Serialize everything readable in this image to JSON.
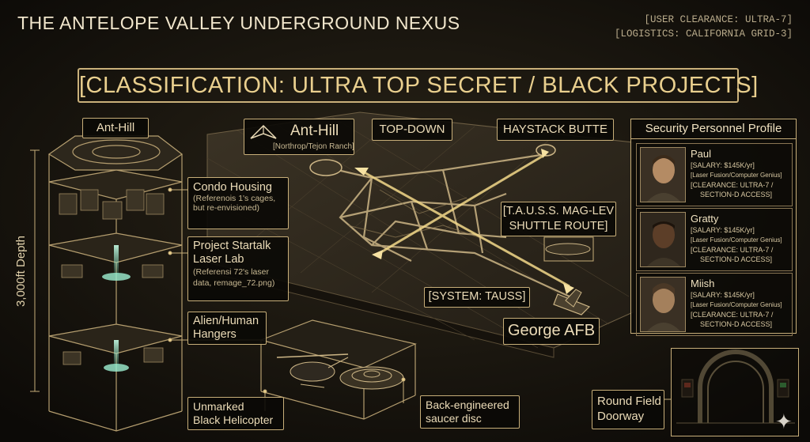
{
  "header": {
    "title": "THE ANTELOPE VALLEY UNDERGROUND NEXUS",
    "clearance_line1": "[USER CLEARANCE: ULTRA-7]",
    "clearance_line2": "[LOGISTICS: CALIFORNIA GRID-3]"
  },
  "classification": "[CLASSIFICATION: ULTRA TOP SECRET / BLACK PROJECTS]",
  "tower": {
    "label": "Ant-Hill",
    "depth": "3,000ft Depth",
    "levels": [
      {
        "title": "Condo Housing",
        "sub1": "(Referenois 1's cages,",
        "sub2": "but re-envisioned)"
      },
      {
        "title": "Project Startalk",
        "title2": "Laser Lab",
        "sub1": "(Referensi 72's laser",
        "sub2": "data, remage_72.png)"
      },
      {
        "title": "Alien/Human",
        "title2": "Hangers"
      }
    ]
  },
  "hangar": {
    "helicopter_label1": "Unmarked",
    "helicopter_label2": "Black Helicopter",
    "saucer_label1": "Back-engineered",
    "saucer_label2": "saucer disc"
  },
  "map": {
    "anthill_title": "Ant-Hill",
    "anthill_sub": "[Northrop/Tejon Ranch]",
    "view": "TOP-DOWN",
    "haystack": "HAYSTACK BUTTE",
    "shuttle1": "[T.A.U.S.S. MAG-LEV",
    "shuttle2": "SHUTTLE ROUTE]",
    "system": "[SYSTEM: TAUSS]",
    "george": "George AFB"
  },
  "security": {
    "title": "Security Personnel Profile",
    "personnel": [
      {
        "name": "Paul",
        "salary": "[SALARY: $145K/yr]",
        "skill": "[Laser Fusion/Computer Genius]",
        "clearance1": "[CLEARANCE: ULTRA-7 /",
        "clearance2": "SECTION-D ACCESS]"
      },
      {
        "name": "Gratty",
        "salary": "[SALARY: $145K/yr]",
        "skill": "[Laser Fusion/Computer Genius]",
        "clearance1": "[CLEARANCE: ULTRA-7 /",
        "clearance2": "SECTION-D ACCESS]"
      },
      {
        "name": "Miish",
        "salary": "[SALARY: $145K/yr]",
        "skill": "[Laser Fusion/Computer Genius]",
        "clearance1": "[CLEARANCE: ULTRA-7 /",
        "clearance2": "SECTION-D ACCESS]"
      }
    ]
  },
  "doorway": {
    "label1": "Round Field",
    "label2": "Doorway"
  },
  "colors": {
    "background": "#15120c",
    "accent": "#c7ae79",
    "glow": "#f3d98a"
  }
}
